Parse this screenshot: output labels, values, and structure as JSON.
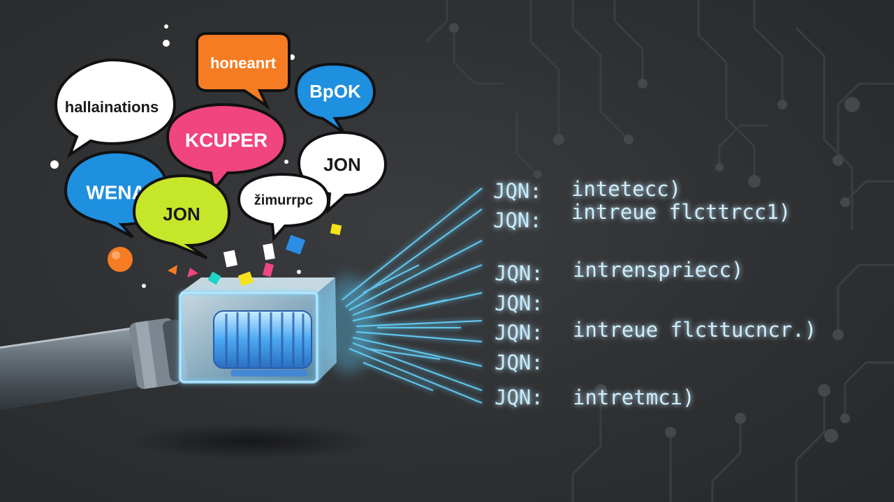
{
  "bubbles": [
    {
      "text": "hallainations",
      "fill": "#ffffff",
      "color": "#1a1a1a"
    },
    {
      "text": "honeanrt",
      "fill": "#f57c22",
      "color": "#ffffff"
    },
    {
      "text": "BpOK",
      "fill": "#1f8fe0",
      "color": "#ffffff"
    },
    {
      "text": "KCUPER",
      "fill": "#f0457f",
      "color": "#ffffff"
    },
    {
      "text": "JON",
      "fill": "#ffffff",
      "color": "#1a1a1a"
    },
    {
      "text": "WENA",
      "fill": "#1f8fe0",
      "color": "#ffffff"
    },
    {
      "text": "JON",
      "fill": "#c6e62a",
      "color": "#1a1a1a"
    },
    {
      "text": "žimurrpc",
      "fill": "#ffffff",
      "color": "#1a1a1a"
    }
  ],
  "json_lines": [
    {
      "key": "JQN:",
      "value": "intetecc)"
    },
    {
      "key": "JQN:",
      "value": "intreue flcttrcc1)"
    },
    {
      "key": "JQN:",
      "value": "intrenspriecc)"
    },
    {
      "key": "JQN:",
      "value": ""
    },
    {
      "key": "JQN:",
      "value": "intreue flcttucncr.)"
    },
    {
      "key": "JQN:",
      "value": ""
    },
    {
      "key": "JQN:",
      "value": "intretmcı)"
    }
  ],
  "colors": {
    "background": "#2f3133",
    "glow": "#5fd0ff",
    "pipe": "#6b7680",
    "box": "#bfe8ff"
  },
  "icons": [
    "speech-bubble-icon",
    "pipe-icon",
    "filter-box-icon",
    "circuit-trace-icon",
    "confetti-icon"
  ]
}
